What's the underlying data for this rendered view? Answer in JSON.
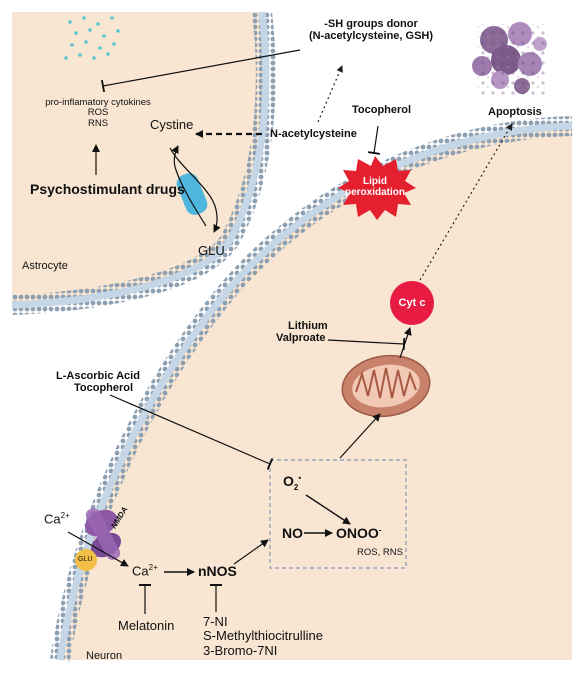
{
  "labels": {
    "sh_donor_line1": "-SH groups donor",
    "sh_donor_line2": "(N-acetylcysteine, GSH)",
    "cytokines": "pro-inflamatory cytokines",
    "ros": "ROS",
    "rns": "RNS",
    "cystine": "Cystine",
    "nac": "N-acetylcysteine",
    "drugs": "Psychostimulant drugs",
    "glu_out": "GLU",
    "astrocyte": "Astrocyte",
    "tocopherol_top": "Tocopherol",
    "lipid_line1": "Lipid",
    "lipid_line2": "peroxidation",
    "apoptosis": "Apoptosis",
    "cytc": "Cyt c",
    "lithium": "Lithium",
    "valproate": "Valproate",
    "ascorbic": "L-Ascorbic Acid",
    "tocopherol_mid": "Tocopherol",
    "o2_base": "O",
    "o2_sub": "2",
    "o2_sup": "•",
    "no": "NO",
    "onoo": "ONOO",
    "onoo_sup": "-",
    "ros_rns": "ROS, RNS",
    "ca_base": "Ca",
    "ca_sup": "2+",
    "nmda": "NMDA",
    "glu_receptor": "GLU",
    "nnos": "nNOS",
    "melatonin": "Melatonin",
    "inh_7ni": "7-NI",
    "inh_smtc": "S-Methylthiocitrulline",
    "inh_3b7ni": "3-Bromo-7NI",
    "neuron": "Neuron"
  },
  "colors": {
    "cytoplasm": "#f8e6d2",
    "membrane_bead": "#8ca0b2",
    "membrane_core": "#c5d7e6",
    "channel": "#4fb6de",
    "lipid_burst": "#e4202f",
    "cytc": "#e81b43",
    "mito_outer": "#c8826c",
    "nmda": "#8e5aa8",
    "glu_blob": "#f2be45",
    "cytokine_dots": "#58c6d6",
    "apoptosis_purple": "#8a6a96",
    "dashed_box": "#98a4be"
  },
  "icons": [
    "cytokine-dots-icon",
    "apoptotic-cell-icon",
    "lipid-peroxidation-burst-icon",
    "mitochondrion-icon",
    "cystine-glutamate-antiporter-icon",
    "nmda-receptor-icon"
  ]
}
